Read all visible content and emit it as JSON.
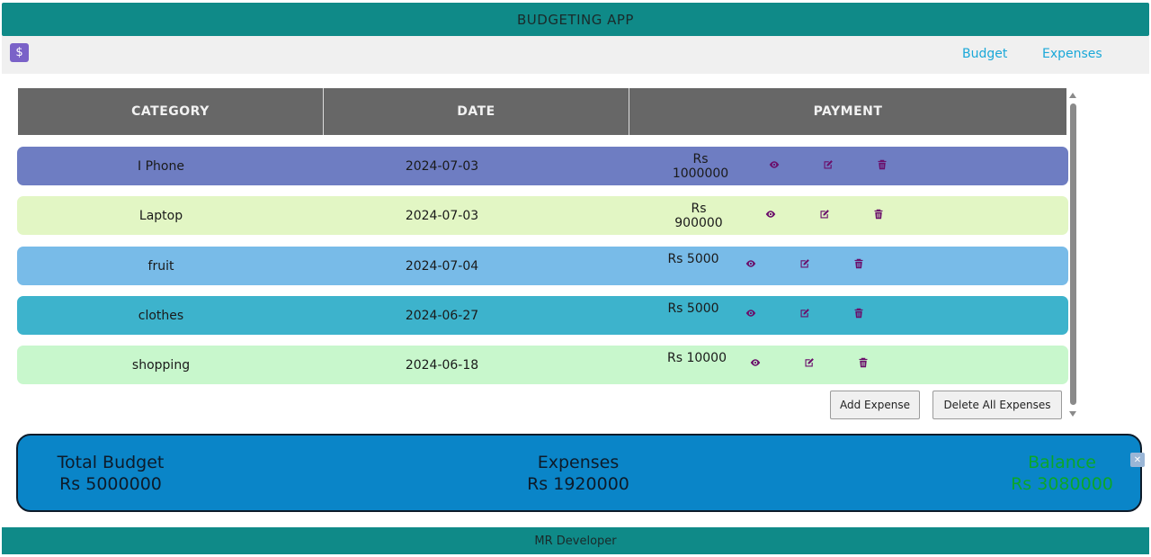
{
  "app": {
    "title": "BUDGETING APP",
    "footer": "MR Developer"
  },
  "nav": {
    "logo_glyph": "$",
    "budget": "Budget",
    "expenses": "Expenses"
  },
  "table": {
    "headers": {
      "category": "CATEGORY",
      "date": "DATE",
      "payment": "PAYMENT"
    },
    "rows": [
      {
        "category": "I Phone",
        "date": "2024-07-03",
        "amount": "Rs 1000000",
        "color": "#6e7dc2"
      },
      {
        "category": "Laptop",
        "date": "2024-07-03",
        "amount": "Rs 900000",
        "color": "#e2f6c4"
      },
      {
        "category": "fruit",
        "date": "2024-07-04",
        "amount": "Rs 5000",
        "color": "#78bbe8"
      },
      {
        "category": "clothes",
        "date": "2024-06-27",
        "amount": "Rs 5000",
        "color": "#3db3cc"
      },
      {
        "category": "shopping",
        "date": "2024-06-18",
        "amount": "Rs 10000",
        "color": "#c8f7cc"
      }
    ]
  },
  "buttons": {
    "add": "Add Expense",
    "delete_all": "Delete All Expenses"
  },
  "summary": {
    "budget_label": "Total Budget",
    "budget_value": "Rs 5000000",
    "expenses_label": "Expenses",
    "expenses_value": "Rs 1920000",
    "balance_label": "Balance",
    "balance_value": "Rs 3080000"
  },
  "colors": {
    "primary": "#0f8a88",
    "summary_bg": "#0a85c8",
    "balance": "#0aa62a",
    "icon": "#6b0f6b"
  }
}
